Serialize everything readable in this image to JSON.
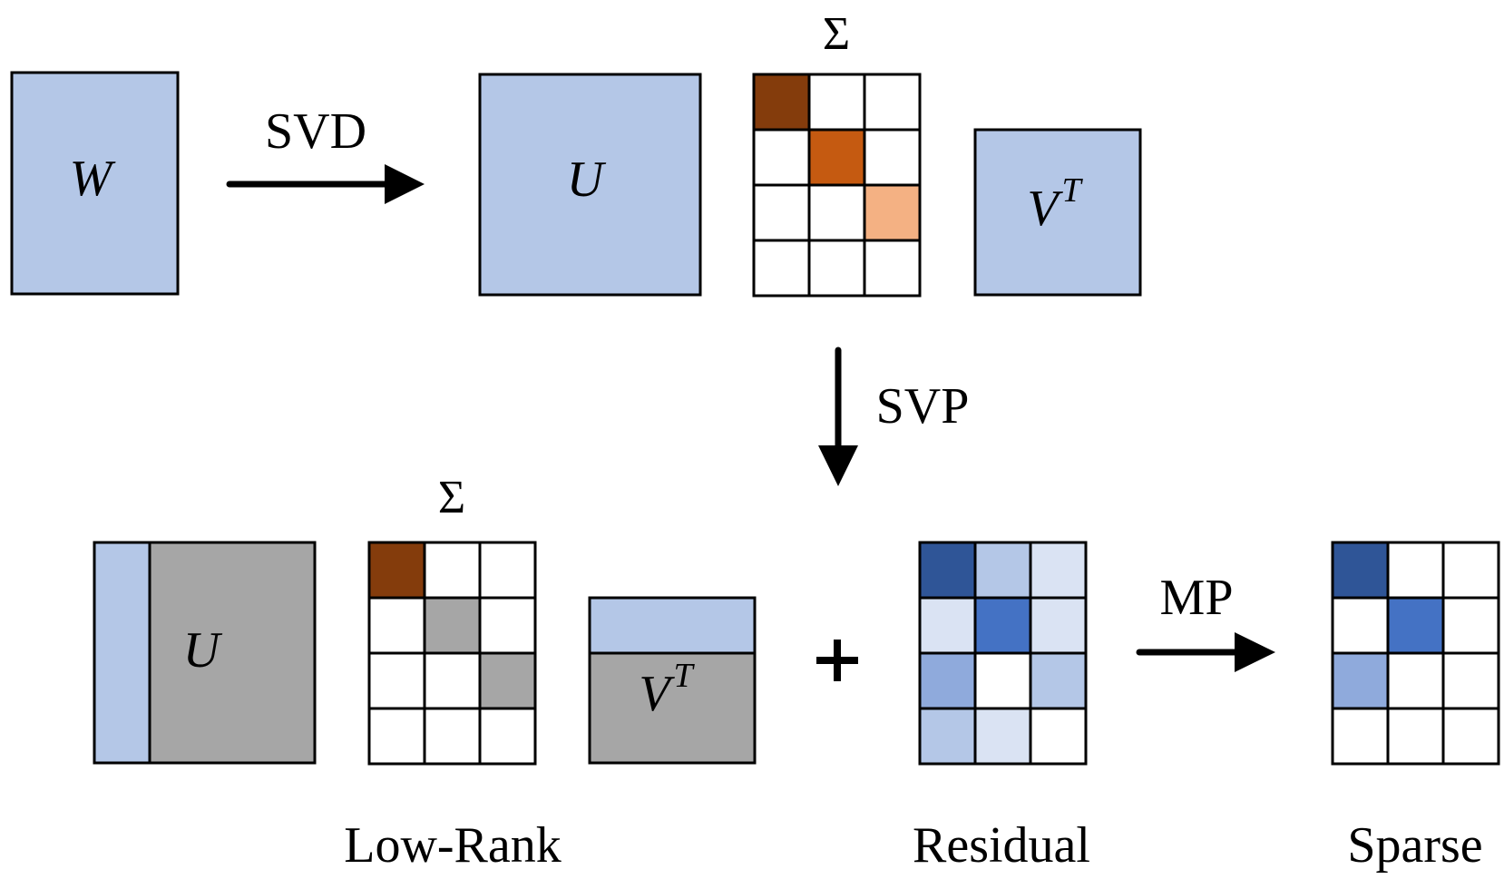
{
  "colors": {
    "matrix_blue": "#b4c7e7",
    "matrix_gray": "#a6a6a6",
    "border": "#000000",
    "sigma_1": "#843c0c",
    "sigma_2": "#c55a11",
    "sigma_3": "#f4b183",
    "blue_1": "#2f5597",
    "blue_2": "#4472c4",
    "blue_3": "#8faadc",
    "blue_4": "#b4c7e7",
    "blue_5": "#dae3f3",
    "white": "#ffffff"
  },
  "top_row": {
    "w_label": "W",
    "svd_label": "SVD",
    "u_label": "U",
    "sigma_label": "Σ",
    "vt_label_base": "V",
    "vt_label_sup": "T",
    "sigma_cells": [
      [
        "sigma_1",
        "white",
        "white"
      ],
      [
        "white",
        "sigma_2",
        "white"
      ],
      [
        "white",
        "white",
        "sigma_3"
      ],
      [
        "white",
        "white",
        "white"
      ]
    ]
  },
  "middle": {
    "svp_label": "SVP"
  },
  "bottom_row": {
    "u_label": "U",
    "sigma_label": "Σ",
    "vt_label_base": "V",
    "vt_label_sup": "T",
    "plus_label": "+",
    "mp_label": "MP",
    "sigma_cells": [
      [
        "sigma_1",
        "white",
        "white"
      ],
      [
        "white",
        "matrix_gray",
        "white"
      ],
      [
        "white",
        "white",
        "matrix_gray"
      ],
      [
        "white",
        "white",
        "white"
      ]
    ],
    "residual_cells": [
      [
        "blue_1",
        "blue_4",
        "blue_5"
      ],
      [
        "blue_5",
        "blue_2",
        "blue_5"
      ],
      [
        "blue_3",
        "white",
        "blue_4"
      ],
      [
        "blue_4",
        "blue_5",
        "white"
      ]
    ],
    "sparse_cells": [
      [
        "blue_1",
        "white",
        "white"
      ],
      [
        "white",
        "blue_2",
        "white"
      ],
      [
        "blue_3",
        "white",
        "white"
      ],
      [
        "white",
        "white",
        "white"
      ]
    ]
  },
  "captions": {
    "low_rank": "Low-Rank",
    "residual": "Residual",
    "sparse": "Sparse"
  }
}
